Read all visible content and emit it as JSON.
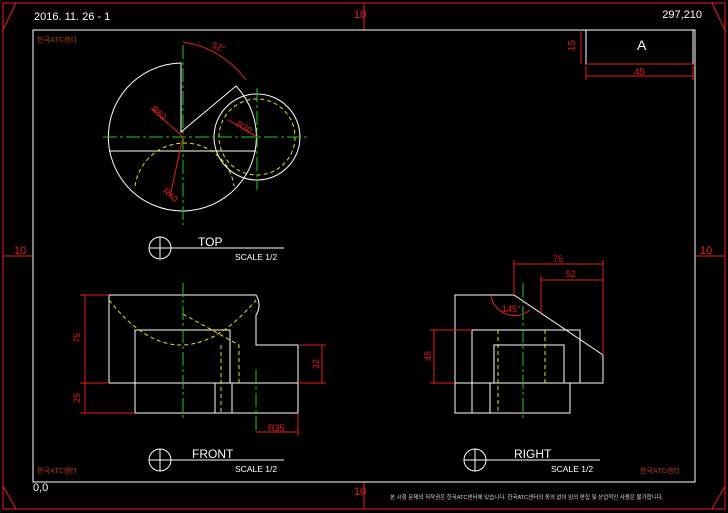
{
  "header": {
    "date": "2016. 11. 26 - 1",
    "sheet_size": "297,210"
  },
  "footer": {
    "origin": "0,0",
    "copyright": "본 시험 문제의 저작권은 한국ATC센터에 있습니다. 한국ATC센터의 동의 없이 임의 편집 및 상업적인 사용은 불가합니다."
  },
  "watermark": {
    "brand": "한국ATC센터"
  },
  "title_block": {
    "label": "A",
    "height_dim": "15",
    "width_dim": "45"
  },
  "margins": {
    "top": "10",
    "bottom": "10",
    "left": "10",
    "right": "10"
  },
  "views": {
    "top": {
      "label": "TOP",
      "scale": "SCALE 1/2"
    },
    "front": {
      "label": "FRONT",
      "scale": "SCALE 1/2"
    },
    "right": {
      "label": "RIGHT",
      "scale": "SCALE 1/2"
    }
  },
  "dimensions": {
    "top": {
      "angle": "52°",
      "r_big": "R62",
      "r_small": "R30",
      "r_arc": "R40"
    },
    "front": {
      "height": "75",
      "base": "25",
      "step": "32",
      "radius": "R35"
    },
    "right": {
      "width": "75",
      "top_width": "52",
      "angle": "145°",
      "height": "45"
    }
  },
  "colors": {
    "outline": "#ffffff",
    "dimension": "#e81e1e",
    "hidden": "#e6e619",
    "center": "#22c322",
    "watermark": "#7a2d16"
  }
}
